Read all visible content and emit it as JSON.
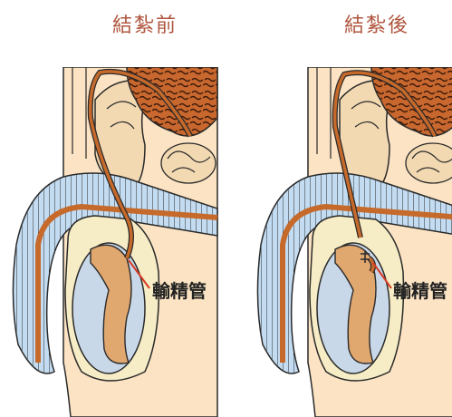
{
  "panels": [
    {
      "title": "結紮前",
      "label": "輸精管"
    },
    {
      "title": "結紮後",
      "label": "輸精管"
    }
  ],
  "colors": {
    "title": "#b0563f",
    "skin": "#fbe3c3",
    "organ_blue": "#c3dcf1",
    "prostate": "#c8672e",
    "testis": "#e0a76f",
    "vas_deferens": "#c66a2b",
    "outline": "#2a2a2a",
    "label_line": "#d63a22"
  }
}
